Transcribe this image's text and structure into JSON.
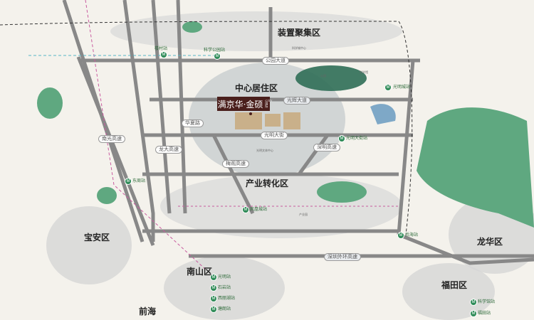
{
  "zones": {
    "zhuangbei": "装置聚集区",
    "zhongxin": "中心居住区",
    "chanye": "产业转化区",
    "baoan": "宝安区",
    "nanshan": "南山区",
    "longhua": "龙华区",
    "futian": "福田区",
    "qianhai": "前海"
  },
  "project": {
    "name": "满京华·金硕",
    "tag": "CITY 国际"
  },
  "roads": {
    "gongming": "公园大道",
    "guanghui": "光辉大道",
    "guangming": "光明大街",
    "huaxia": "华夏路",
    "longda": "龙大高速",
    "nanguang": "南光高速",
    "shenming": "深明高速",
    "meiguan": "梅观高速",
    "outer": "深圳外环高速"
  },
  "metro": [
    "楼村站",
    "科学公园站",
    "光明城站",
    "光明大街站",
    "东周站",
    "凤凰城站",
    "后海站",
    "光明站",
    "石岩站",
    "西丽湖站",
    "塘朗站",
    "科学馆站",
    "福田站"
  ],
  "pois": [
    "科学城中心",
    "公园",
    "科学馆",
    "光明文体中心",
    "产业园"
  ]
}
